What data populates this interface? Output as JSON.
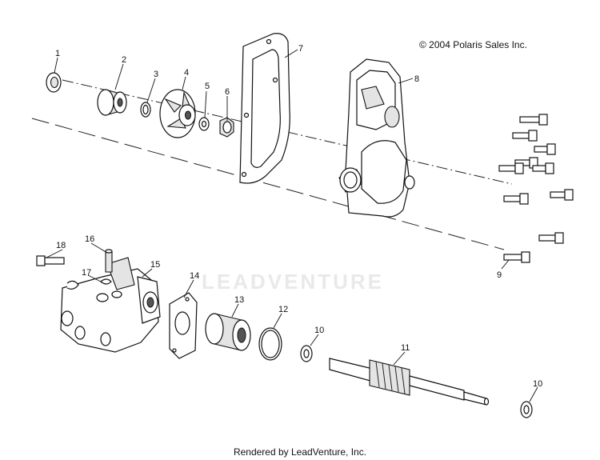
{
  "header": {
    "copyright": "© 2004 Polaris Sales Inc."
  },
  "footer": {
    "rendered_by": "Rendered by LeadVenture, Inc."
  },
  "watermark": {
    "text": "LEADVENTURE"
  },
  "callouts": [
    {
      "id": "1",
      "label": "1"
    },
    {
      "id": "2",
      "label": "2"
    },
    {
      "id": "3",
      "label": "3"
    },
    {
      "id": "4",
      "label": "4"
    },
    {
      "id": "5",
      "label": "5"
    },
    {
      "id": "6",
      "label": "6"
    },
    {
      "id": "7",
      "label": "7"
    },
    {
      "id": "8",
      "label": "8"
    },
    {
      "id": "9",
      "label": "9"
    },
    {
      "id": "10a",
      "label": "10"
    },
    {
      "id": "10b",
      "label": "10"
    },
    {
      "id": "11",
      "label": "11"
    },
    {
      "id": "12",
      "label": "12"
    },
    {
      "id": "13",
      "label": "13"
    },
    {
      "id": "14",
      "label": "14"
    },
    {
      "id": "15",
      "label": "15"
    },
    {
      "id": "16",
      "label": "16"
    },
    {
      "id": "17",
      "label": "17"
    },
    {
      "id": "18",
      "label": "18"
    }
  ]
}
